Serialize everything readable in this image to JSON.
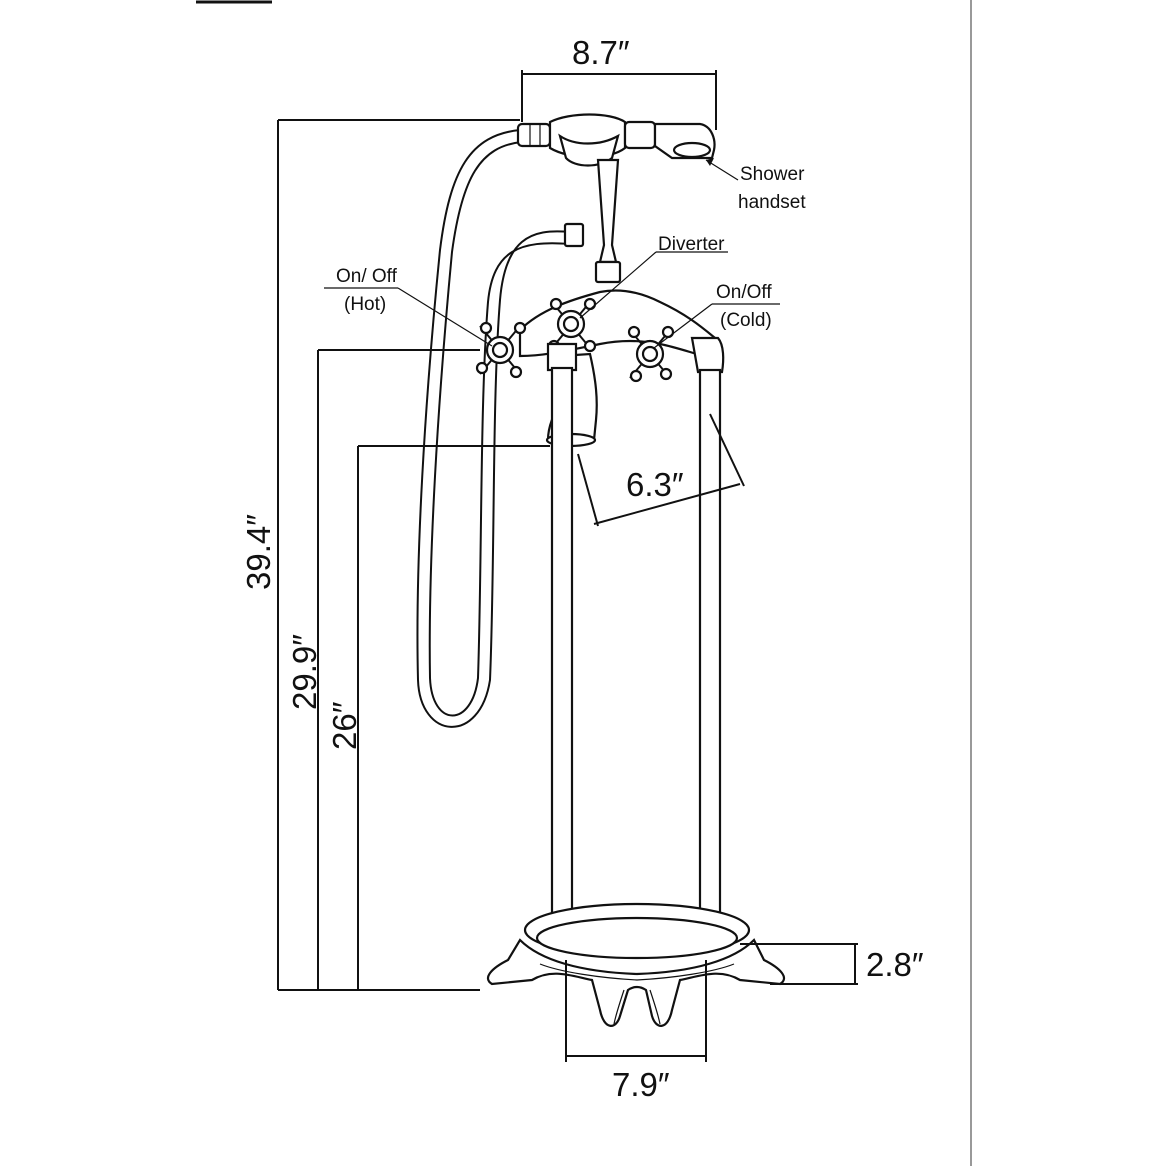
{
  "dimensions": {
    "handset_width": "8.7″",
    "total_height": "39.4″",
    "handle_height": "29.9″",
    "spout_height": "26″",
    "spout_reach": "6.3″",
    "base_height": "2.8″",
    "base_width": "7.9″"
  },
  "labels": {
    "shower_line1": "Shower",
    "shower_line2": "handset",
    "diverter": "Diverter",
    "hot_line1": "On/ Off",
    "hot_line2": "(Hot)",
    "cold_line1": "On/Off",
    "cold_line2": "(Cold)"
  },
  "icons": [
    "shower-handset-icon",
    "cross-handle-icon",
    "clawfoot-base-icon"
  ]
}
